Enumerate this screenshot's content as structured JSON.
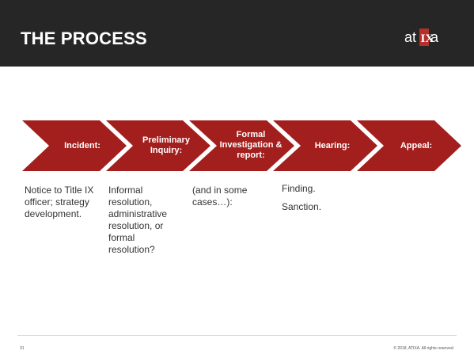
{
  "slide": {
    "title": "THE PROCESS",
    "logo_text": "atixa",
    "page_number": "31",
    "copyright": "© 2018, ATIXA. All rights reserved."
  },
  "colors": {
    "header_bg": "#262626",
    "chevron_fill": "#a31f1d",
    "text": "#333333"
  },
  "steps": [
    {
      "label": "Incident:",
      "description": [
        "Notice to Title IX officer; strategy development."
      ]
    },
    {
      "label": "Preliminary Inquiry:",
      "description": [
        "Informal resolution, administrative resolution, or formal resolution?"
      ]
    },
    {
      "label": "Formal Investigation & report:",
      "description": [
        "(and in some cases…):"
      ]
    },
    {
      "label": "Hearing:",
      "description": [
        "Finding.",
        "Sanction."
      ]
    },
    {
      "label": "Appeal:",
      "description": []
    }
  ]
}
